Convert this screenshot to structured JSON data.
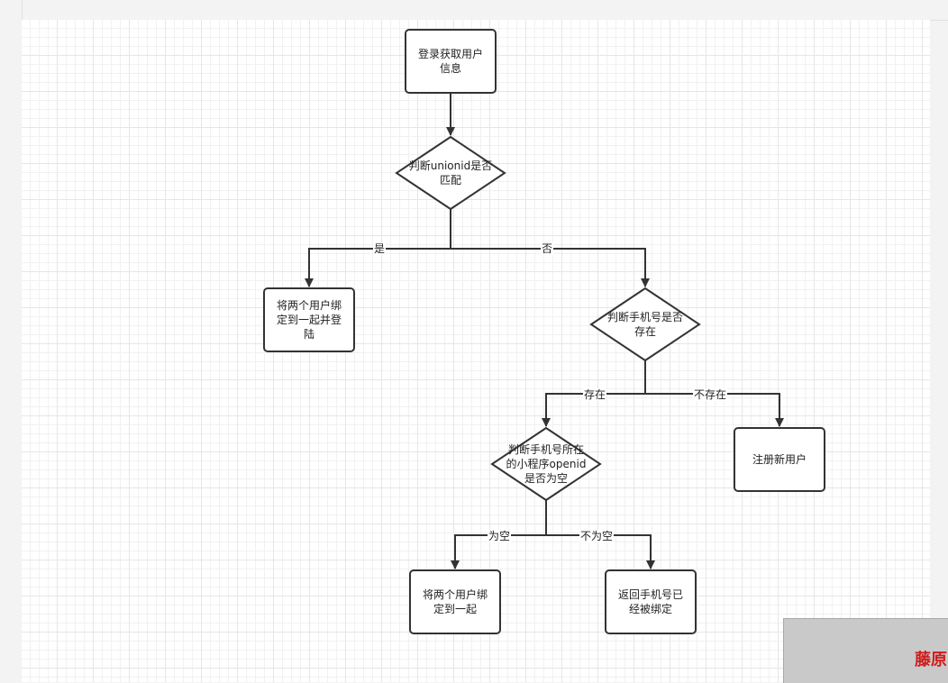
{
  "nodes": {
    "login": "登录获取用户\n信息",
    "check_unionid": "判断unionid是否\n匹配",
    "bind_login": "将两个用户绑\n定到一起并登\n陆",
    "check_phone": "判断手机号是否\n存在",
    "check_openid": "判断手机号所在\n的小程序openid\n是否为空",
    "register": "注册新用户",
    "bind_together": "将两个用户绑\n定到一起",
    "already_bound": "返回手机号已\n经被绑定"
  },
  "edges": {
    "yes": "是",
    "no": "否",
    "exists": "存在",
    "not_exists": "不存在",
    "empty": "为空",
    "not_empty": "不为空"
  },
  "watermark": "藤原"
}
